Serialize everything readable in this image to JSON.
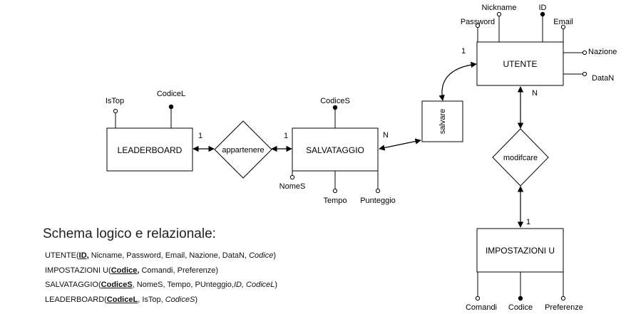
{
  "entities": {
    "utente": "UTENTE",
    "impostazioni": "IMPOSTAZIONI U",
    "salvataggio": "SALVATAGGIO",
    "leaderboard": "LEADERBOARD"
  },
  "relationships": {
    "salvare": "salvare",
    "modificare": "modifcare",
    "appartenere": "appartenere"
  },
  "attributes": {
    "utente": {
      "password": "Password",
      "nickname": "Nickname",
      "id": "ID",
      "email": "Email",
      "nazione": "Nazione",
      "datan": "DataN"
    },
    "impostazioni": {
      "comandi": "Comandi",
      "codice": "Codice",
      "preferenze": "Preferenze"
    },
    "salvataggio": {
      "codices": "CodiceS",
      "nomes": "NomeS",
      "tempo": "Tempo",
      "punteggio": "Punteggio"
    },
    "leaderboard": {
      "istop": "IsTop",
      "codicel": "CodiceL"
    }
  },
  "cardinalities": {
    "utente_salvare": "1",
    "salvataggio_salvare": "N",
    "utente_modificare": "N",
    "impostazioni_modificare": "1",
    "leaderboard_appartenere": "1",
    "salvataggio_appartenere": "1"
  },
  "schema": {
    "title": "Schema logico e relazionale:",
    "rows": [
      {
        "prefix": "UTENTE(",
        "key": "ID,",
        "rest": " Nicname, Password, Email, Nazione, DataN, ",
        "fk": "Codice",
        "suffix": ")"
      },
      {
        "prefix": "IMPOSTAZIONI U(",
        "key": "Codice,",
        "rest": " Comandi, Preferenze)",
        "fk": "",
        "suffix": ""
      },
      {
        "prefix": "SALVATAGGIO(",
        "key": "CodiceS",
        "rest": ", NomeS, Tempo, PUnteggio,",
        "fk": "ID, CodiceL",
        "suffix": ")"
      },
      {
        "prefix": "LEADERBOARD(",
        "key": "CodiceL",
        "rest": ", IsTop, ",
        "fk": "CodiceS",
        "suffix": ")"
      }
    ]
  }
}
